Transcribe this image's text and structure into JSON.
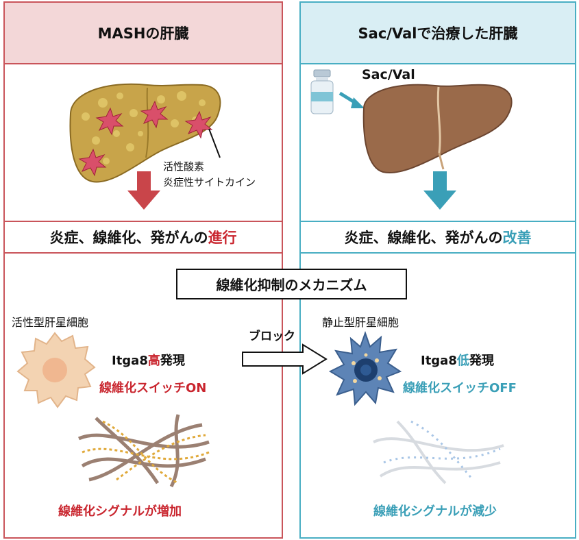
{
  "left": {
    "title": "MASHの肝臓",
    "annotation_line1": "活性酸素",
    "annotation_line2": "炎症性サイトカイン",
    "result_prefix": "炎症、線維化、発がんの",
    "result_highlight": "進行",
    "cell_label": "活性型肝星細胞",
    "expression_prefix": "Itga8",
    "expression_level": "高",
    "expression_suffix": "発現",
    "switch_label": "線維化スイッチON",
    "signal_label": "線維化シグナルが増加"
  },
  "right": {
    "title": "Sac/Valで治療した肝臓",
    "drug_label": "Sac/Val",
    "result_prefix": "炎症、線維化、発がんの",
    "result_highlight": "改善",
    "cell_label": "静止型肝星細胞",
    "expression_prefix": "Itga8",
    "expression_level": "低",
    "expression_suffix": "発現",
    "switch_label": "線維化スイッチOFF",
    "signal_label": "線維化シグナルが減少"
  },
  "mechanism": {
    "title": "線維化抑制のメカニズム",
    "block_label": "ブロック"
  },
  "colors": {
    "red_accent": "#c9252e",
    "teal_accent": "#3a9fb7",
    "left_border": "#c9545a",
    "right_border": "#48aec3"
  }
}
